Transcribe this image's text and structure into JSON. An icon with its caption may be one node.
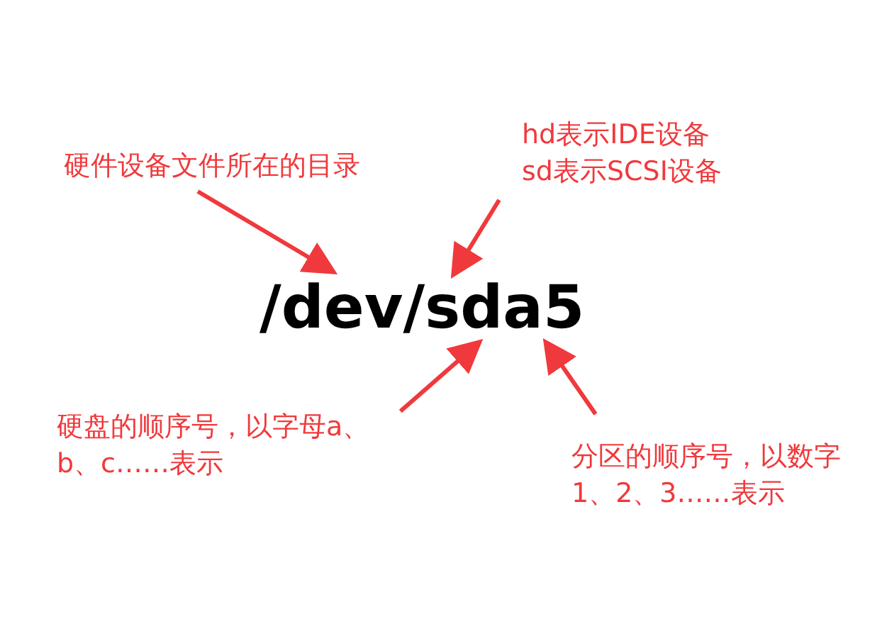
{
  "diagram": {
    "nodes": [
      {
        "text": [
          "/dev/sda5"
        ]
      },
      {
        "text": [
          "硬件设备文件所在的目录"
        ]
      },
      {
        "text": [
          "hd表示IDE设备",
          "sd表示SCSI设备"
        ]
      },
      {
        "text": [
          "硬盘的顺序号，以字母a、b、c……表示"
        ]
      },
      {
        "text": [
          "分区的顺序号，以数字1、2、3……表示"
        ]
      }
    ],
    "edges": [
      {
        "from": 1,
        "to": 0,
        "arrow": "to"
      },
      {
        "from": 2,
        "to": 0,
        "arrow": "to"
      },
      {
        "from": 3,
        "to": 0,
        "arrow": "to"
      },
      {
        "from": 4,
        "to": 0,
        "arrow": "to"
      }
    ]
  }
}
